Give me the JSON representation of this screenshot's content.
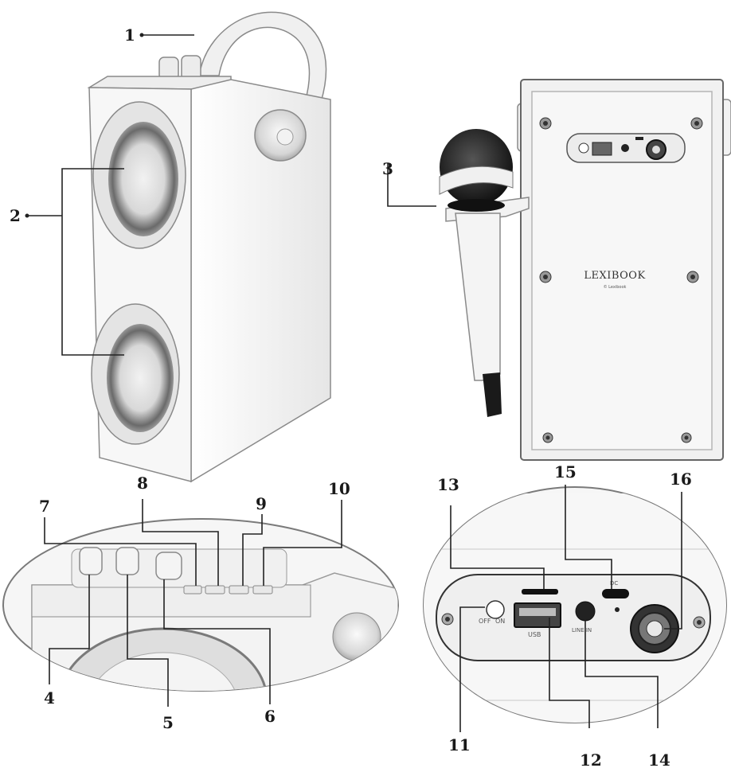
{
  "callouts": {
    "c1": "1",
    "c2": "2",
    "c3": "3",
    "c4": "4",
    "c5": "5",
    "c6": "6",
    "c7": "7",
    "c8": "8",
    "c9": "9",
    "c10": "10",
    "c11": "11",
    "c12": "12",
    "c13": "13",
    "c14": "14",
    "c15": "15",
    "c16": "16"
  },
  "brand": {
    "logo": "LEXIBOOK",
    "logo_sub": "© Lexibook"
  },
  "port_labels": {
    "off": "OFF",
    "on": "ON",
    "usb": "USB",
    "line_in": "LINE IN",
    "dc": "DC"
  },
  "colors": {
    "line": "#222222",
    "device": "#f4f4f4",
    "shade": "#c8c8c8",
    "dark": "#1c1c1c"
  }
}
